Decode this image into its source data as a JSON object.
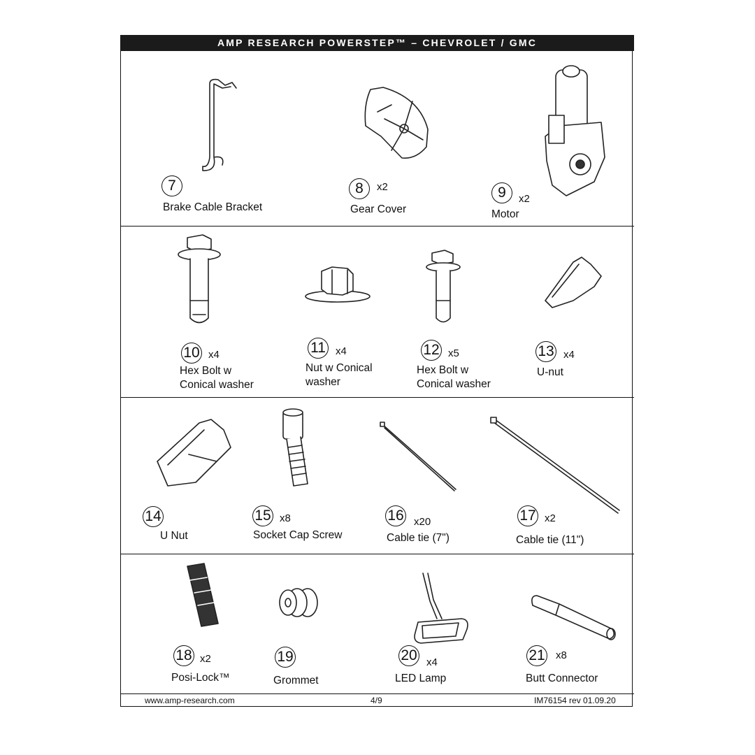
{
  "header": {
    "title": "AMP RESEARCH POWERSTEP™ – CHEVROLET / GMC"
  },
  "parts": [
    {
      "num": "7",
      "qty": "",
      "label": [
        "Brake Cable Bracket"
      ]
    },
    {
      "num": "8",
      "qty": "x2",
      "label": [
        "Gear Cover"
      ]
    },
    {
      "num": "9",
      "qty": "x2",
      "label": [
        "Motor"
      ]
    },
    {
      "num": "10",
      "qty": "x4",
      "label": [
        "Hex Bolt w",
        "Conical washer"
      ]
    },
    {
      "num": "11",
      "qty": "x4",
      "label": [
        "Nut w Conical",
        "washer"
      ]
    },
    {
      "num": "12",
      "qty": "x5",
      "label": [
        "Hex Bolt w",
        "Conical washer"
      ]
    },
    {
      "num": "13",
      "qty": "x4",
      "label": [
        "U-nut"
      ]
    },
    {
      "num": "14",
      "qty": "",
      "label": [
        "U Nut"
      ]
    },
    {
      "num": "15",
      "qty": "x8",
      "label": [
        "Socket Cap Screw"
      ]
    },
    {
      "num": "16",
      "qty": "x20",
      "label": [
        "Cable tie (7\")"
      ]
    },
    {
      "num": "17",
      "qty": "x2",
      "label": [
        "Cable tie (11\")"
      ]
    },
    {
      "num": "18",
      "qty": "x2",
      "label": [
        "Posi-Lock™"
      ]
    },
    {
      "num": "19",
      "qty": "",
      "label": [
        "Grommet"
      ]
    },
    {
      "num": "20",
      "qty": "x4",
      "label": [
        "LED Lamp"
      ]
    },
    {
      "num": "21",
      "qty": "x8",
      "label": [
        "Butt Connector"
      ]
    }
  ],
  "footer": {
    "website": "www.amp-research.com",
    "page": "4/9",
    "doc_id": "IM76154 rev 01.09.20"
  }
}
